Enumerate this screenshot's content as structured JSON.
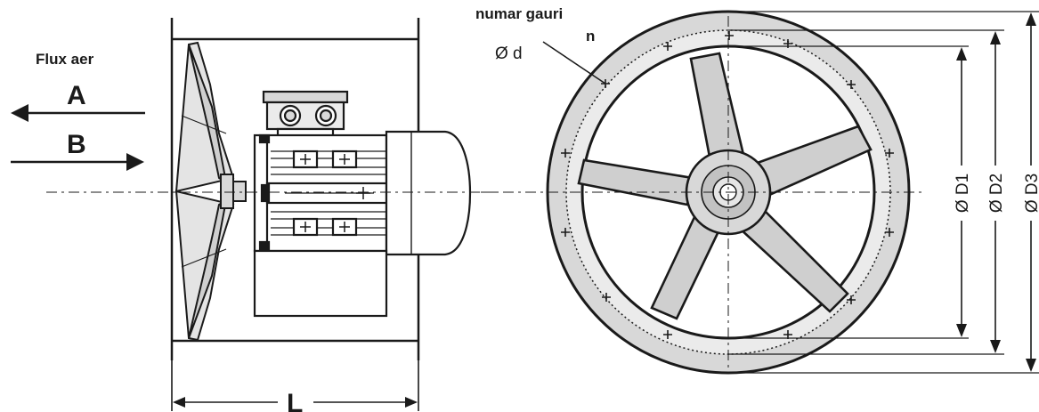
{
  "airflow": {
    "title": "Flux aer",
    "direction_a": "A",
    "direction_b": "B"
  },
  "side_view": {
    "length_label": "L"
  },
  "front_view": {
    "holes_label": "numar gauri",
    "holes_count_label": "n",
    "hole_diameter_label": "Ø d",
    "diameter_1_label": "Ø D1",
    "diameter_2_label": "Ø D2",
    "diameter_3_label": "Ø D3"
  },
  "colors": {
    "line": "#1a1a1a",
    "fill_light": "#d8d8d8",
    "fill_mid": "#c2c2c2"
  }
}
